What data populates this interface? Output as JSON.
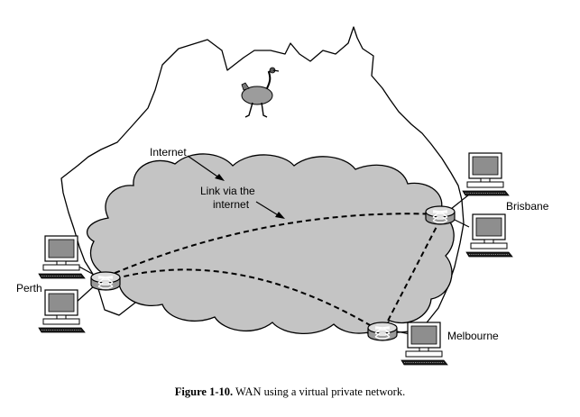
{
  "labels": {
    "internet": "Internet",
    "link_line1": "Link via the",
    "link_line2": "internet",
    "perth": "Perth",
    "brisbane": "Brisbane",
    "melbourne": "Melbourne"
  },
  "caption": {
    "number": "Figure 1-10.",
    "text": "WAN using a virtual private network."
  },
  "colors": {
    "cloud_fill": "#c4c4c4",
    "router_fill": "#9a9a9a",
    "screen_fill": "#8e8e8e"
  },
  "icons": [
    "emu-icon",
    "router-icon",
    "computer-icon"
  ]
}
